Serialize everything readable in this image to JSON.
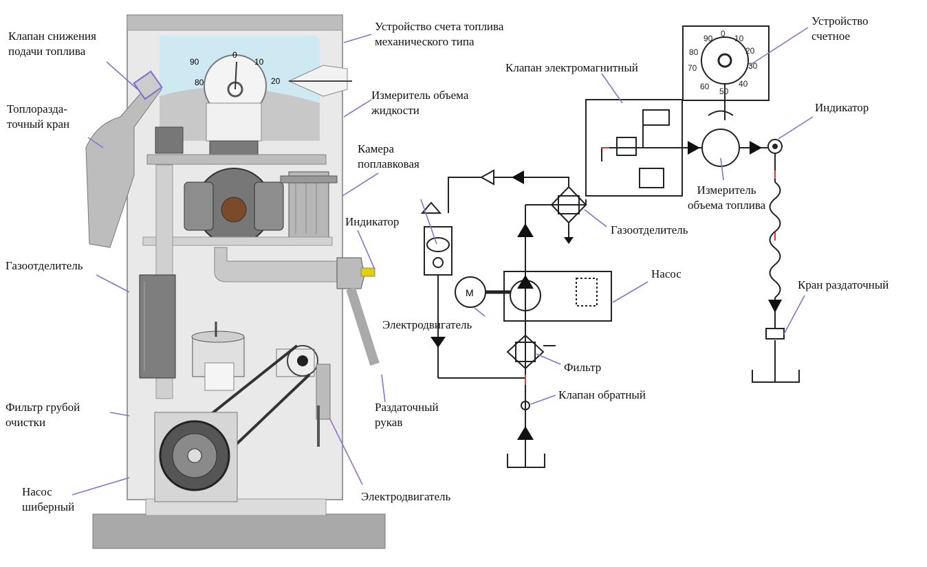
{
  "left_labels": {
    "fuel_reduce_valve": "Клапан снижения\nподачи топлива",
    "nozzle": "Топлоразда-\nточный кран",
    "gas_separator": "Газоотделитель",
    "coarse_filter": "Фильтр грубой\nочистки",
    "vane_pump": "Насос\nшиберный",
    "counter_mech": "Устройство счета топлива\nмеханического типа",
    "volume_meter": "Измеритель объема\nжидкости",
    "float_chamber": "Камера\nпоплавковая",
    "indicator": "Индикатор",
    "motor_left": "Электродвигатель",
    "hose": "Раздаточный\nрукав",
    "motor_right": "Электродвигатель"
  },
  "right_labels": {
    "counter": "Устройство\nсчетное",
    "solenoid_valve": "Клапан электромагнитный",
    "indicator": "Индикатор",
    "fuel_meter": "Измеритель\nобъема топлива",
    "gas_separator": "Газоотделитель",
    "pump": "Насос",
    "dispense_valve": "Кран раздаточный",
    "filter": "Фильтр",
    "check_valve": "Клапан обратный"
  },
  "dial_left": [
    "90",
    "0",
    "10",
    "20",
    "80"
  ],
  "dial_right": [
    "90",
    "0",
    "10",
    "20",
    "80",
    "70",
    "30",
    "60",
    "50",
    "40"
  ],
  "motor_symbol": "M",
  "colors": {
    "line": "#222222",
    "accent": "#8a6fd0",
    "pipe": "#c9c9c9",
    "fuel": "#e3342f"
  }
}
